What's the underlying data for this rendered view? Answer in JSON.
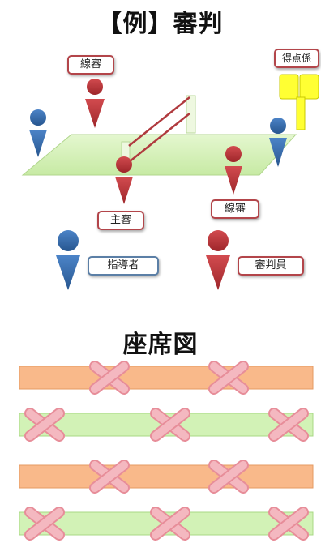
{
  "referee_section": {
    "title": "【例】審判",
    "labels": {
      "line_judge_top": "線審",
      "scorekeeper": "得点係",
      "chief_referee": "主審",
      "line_judge_right": "線審",
      "coach": "指導者",
      "referee_member": "審判員"
    }
  },
  "seating_section": {
    "title": "座席図",
    "rows": [
      {
        "color": "orange",
        "marks": 2
      },
      {
        "color": "green",
        "marks": 3
      },
      {
        "color": "orange",
        "marks": 2
      },
      {
        "color": "green",
        "marks": 3
      }
    ]
  },
  "colors": {
    "blue_figure": "#3a6fb5",
    "red_figure": "#c2393d",
    "court": "#d4f0b4",
    "scoreboard": "#ffff33",
    "orange_row": "#f9b98a",
    "green_row": "#d2f2b6",
    "x_mark": "#f4b8c0"
  }
}
